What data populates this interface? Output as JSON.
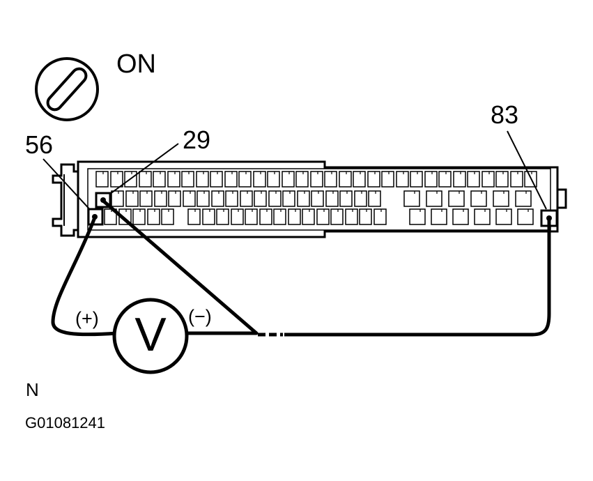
{
  "ignition": {
    "position_label": "ON"
  },
  "pins": [
    {
      "number": "56"
    },
    {
      "number": "29"
    },
    {
      "number": "83"
    }
  ],
  "meter": {
    "symbol": "V",
    "positive_label": "(+)",
    "negative_label": "(−)"
  },
  "footer": {
    "code_letter": "N",
    "figure_id": "G01081241"
  }
}
